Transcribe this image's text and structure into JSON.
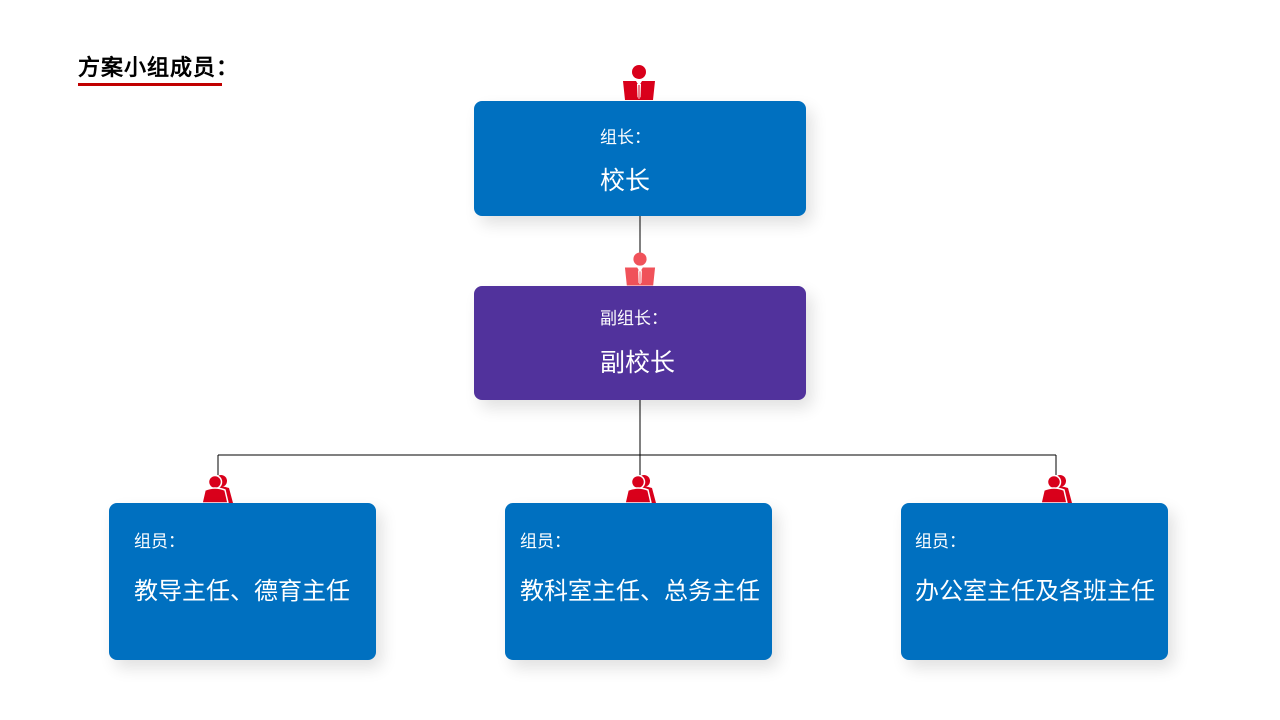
{
  "header": {
    "title": "方案小组成员："
  },
  "leader": {
    "role": "组长：",
    "name": "校长"
  },
  "deputy": {
    "role": "副组长：",
    "name": "副校长"
  },
  "members": [
    {
      "role": "组员：",
      "name": "教导主任、德育主任"
    },
    {
      "role": "组员：",
      "name": "教科室主任、总务主任"
    },
    {
      "role": "组员：",
      "name": "办公室主任及各班主任"
    }
  ],
  "colors": {
    "leader_box": "#0070c0",
    "deputy_box": "#51329c",
    "member_box": "#0070c0",
    "icon_red": "#d9001b",
    "icon_deputy": "#f0525a",
    "underline": "#c00000"
  },
  "icons": [
    "leader-person-icon",
    "deputy-person-icon",
    "group-people-icon"
  ]
}
